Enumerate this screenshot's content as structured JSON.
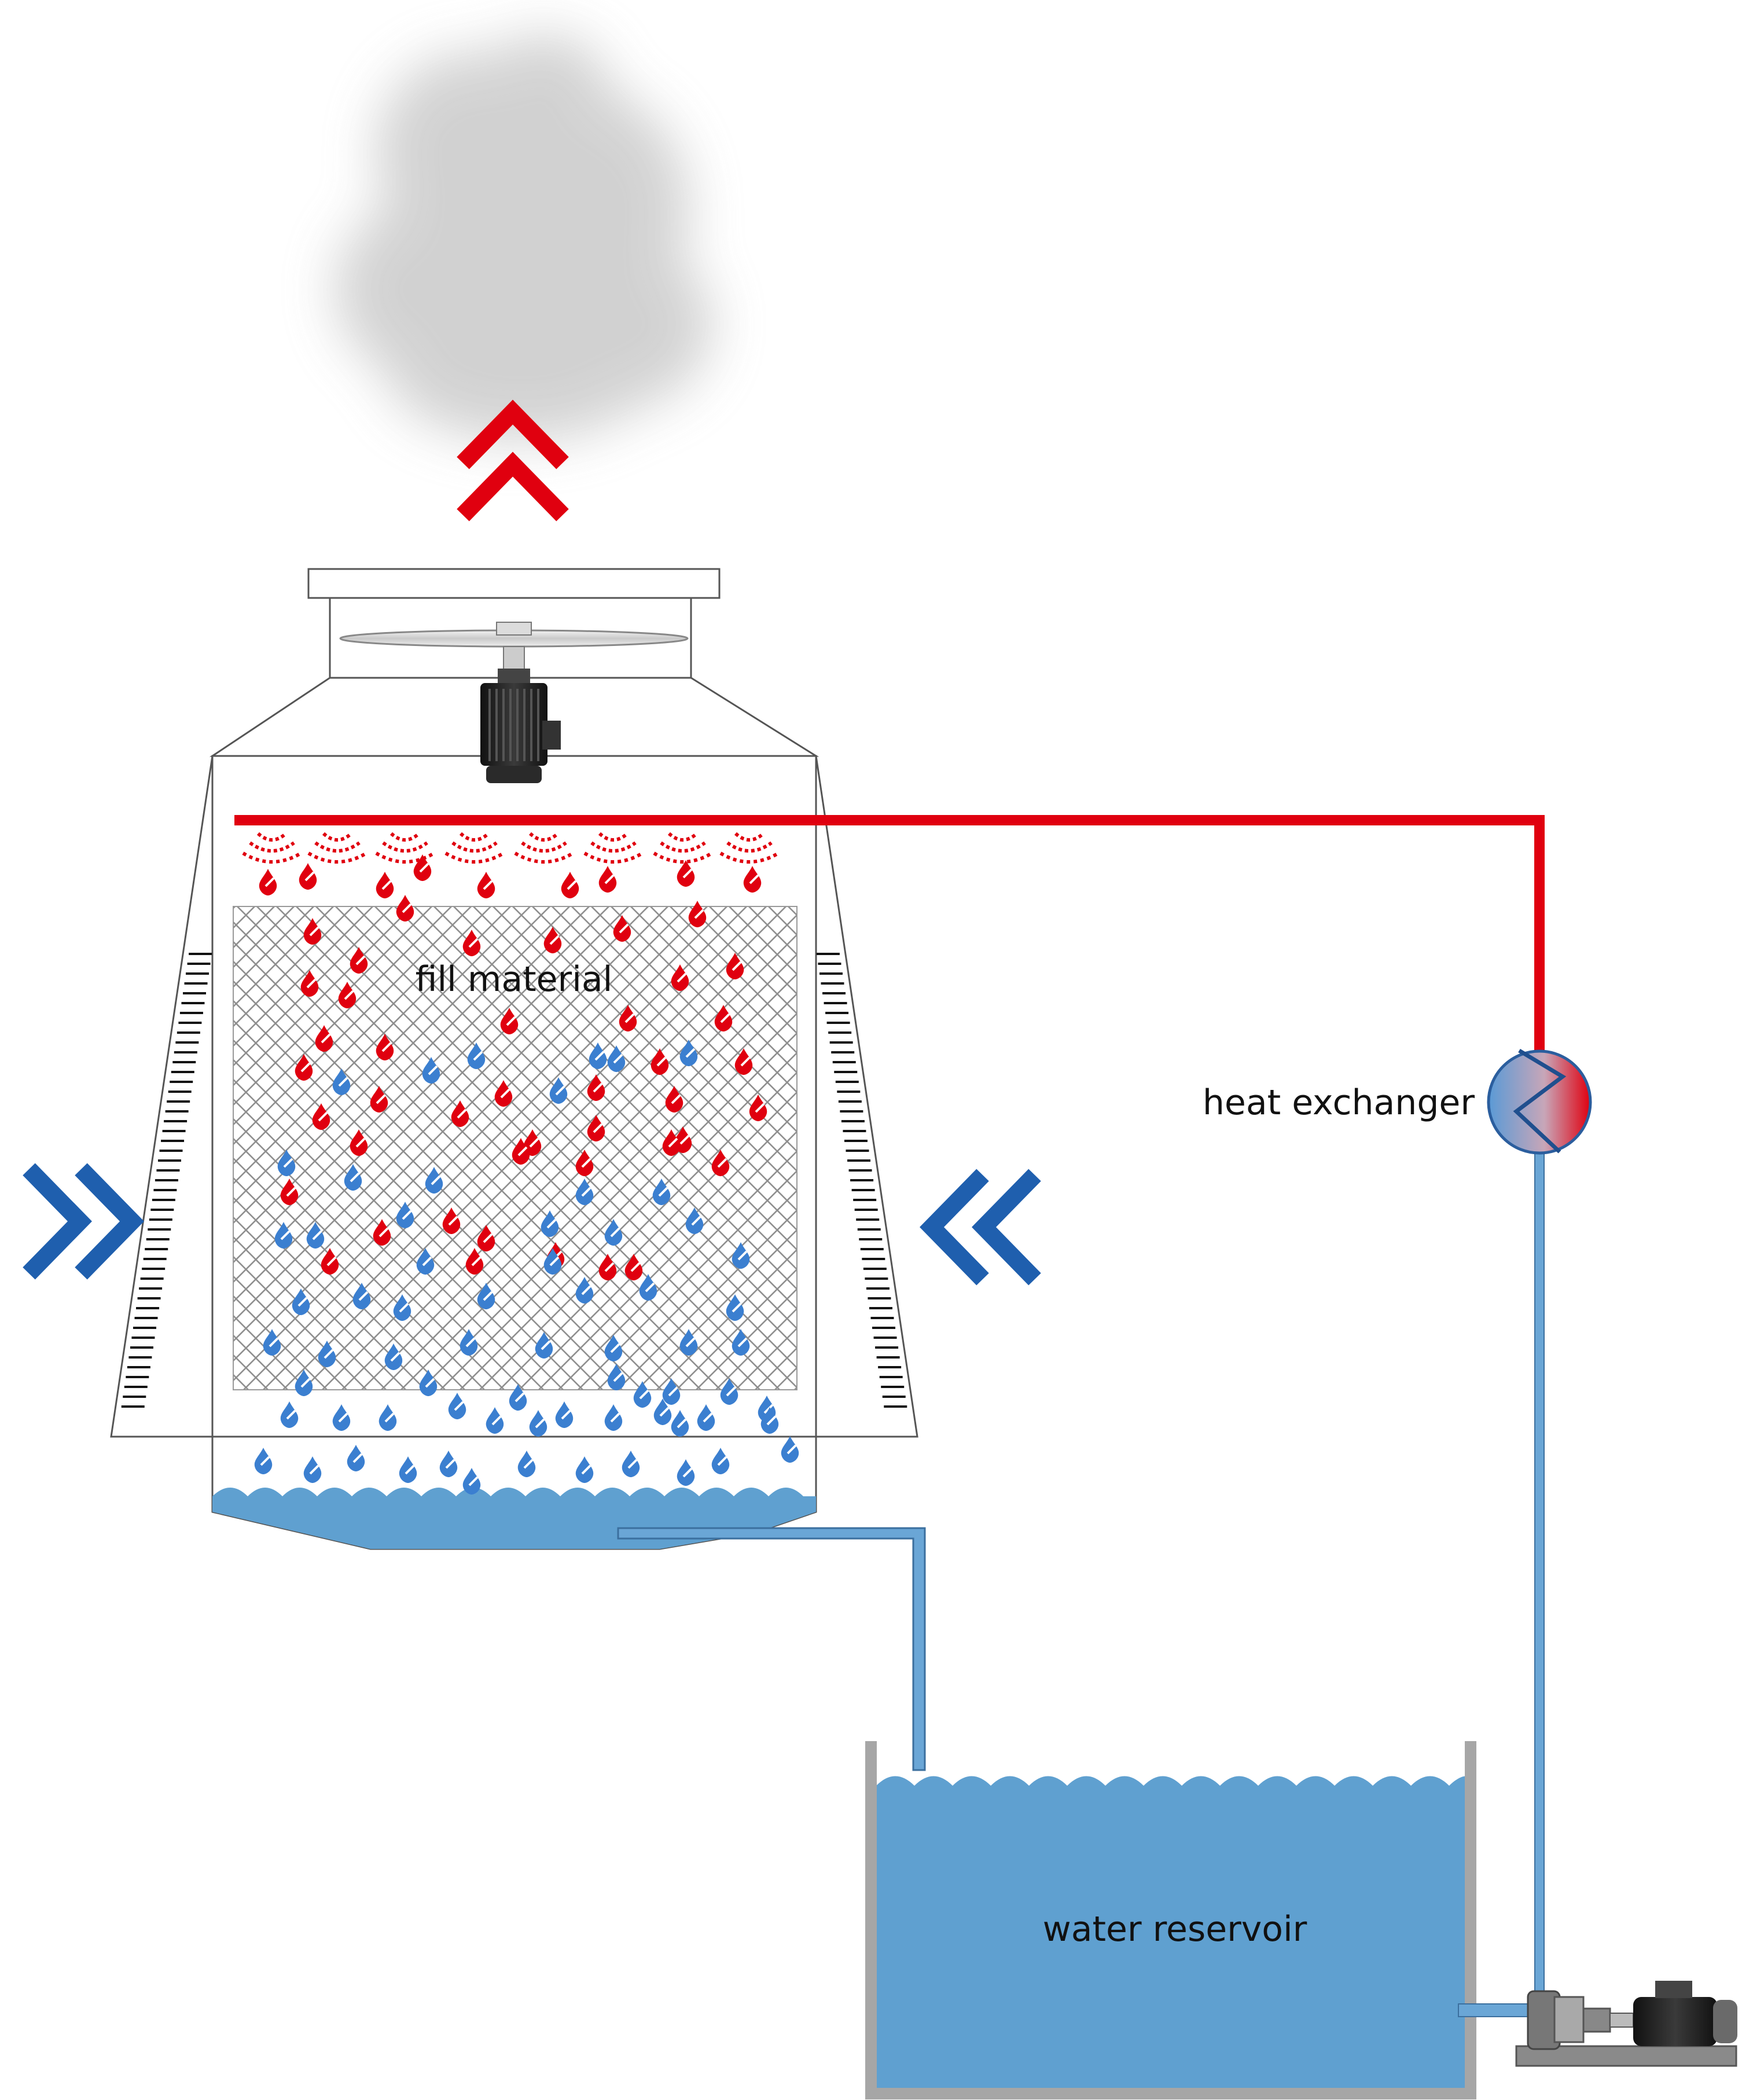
{
  "labels": {
    "fill_material": "fill material",
    "heat_exchanger": "heat exchanger",
    "water_reservoir": "water reservoir"
  },
  "colors": {
    "hot": "#e0000f",
    "cold": "#1f5fae",
    "drop_cold": "#3b7fd0",
    "water": "#5fa0d0",
    "water_pipe": "#6aa6d6",
    "tank_wall": "#a6a6a6",
    "outline": "#555555",
    "steam": "#cfcfcf",
    "motor": "#222222"
  },
  "icons": {
    "steam": "steam-cloud-icon",
    "fan": "fan-icon",
    "fan_motor": "motor-icon",
    "heat_exchanger": "heat-exchanger-icon",
    "pump": "pump-icon",
    "hot_air_out": "double-chevron-up-icon",
    "air_in_left": "double-chevron-right-icon",
    "air_in_right": "double-chevron-left-icon"
  }
}
